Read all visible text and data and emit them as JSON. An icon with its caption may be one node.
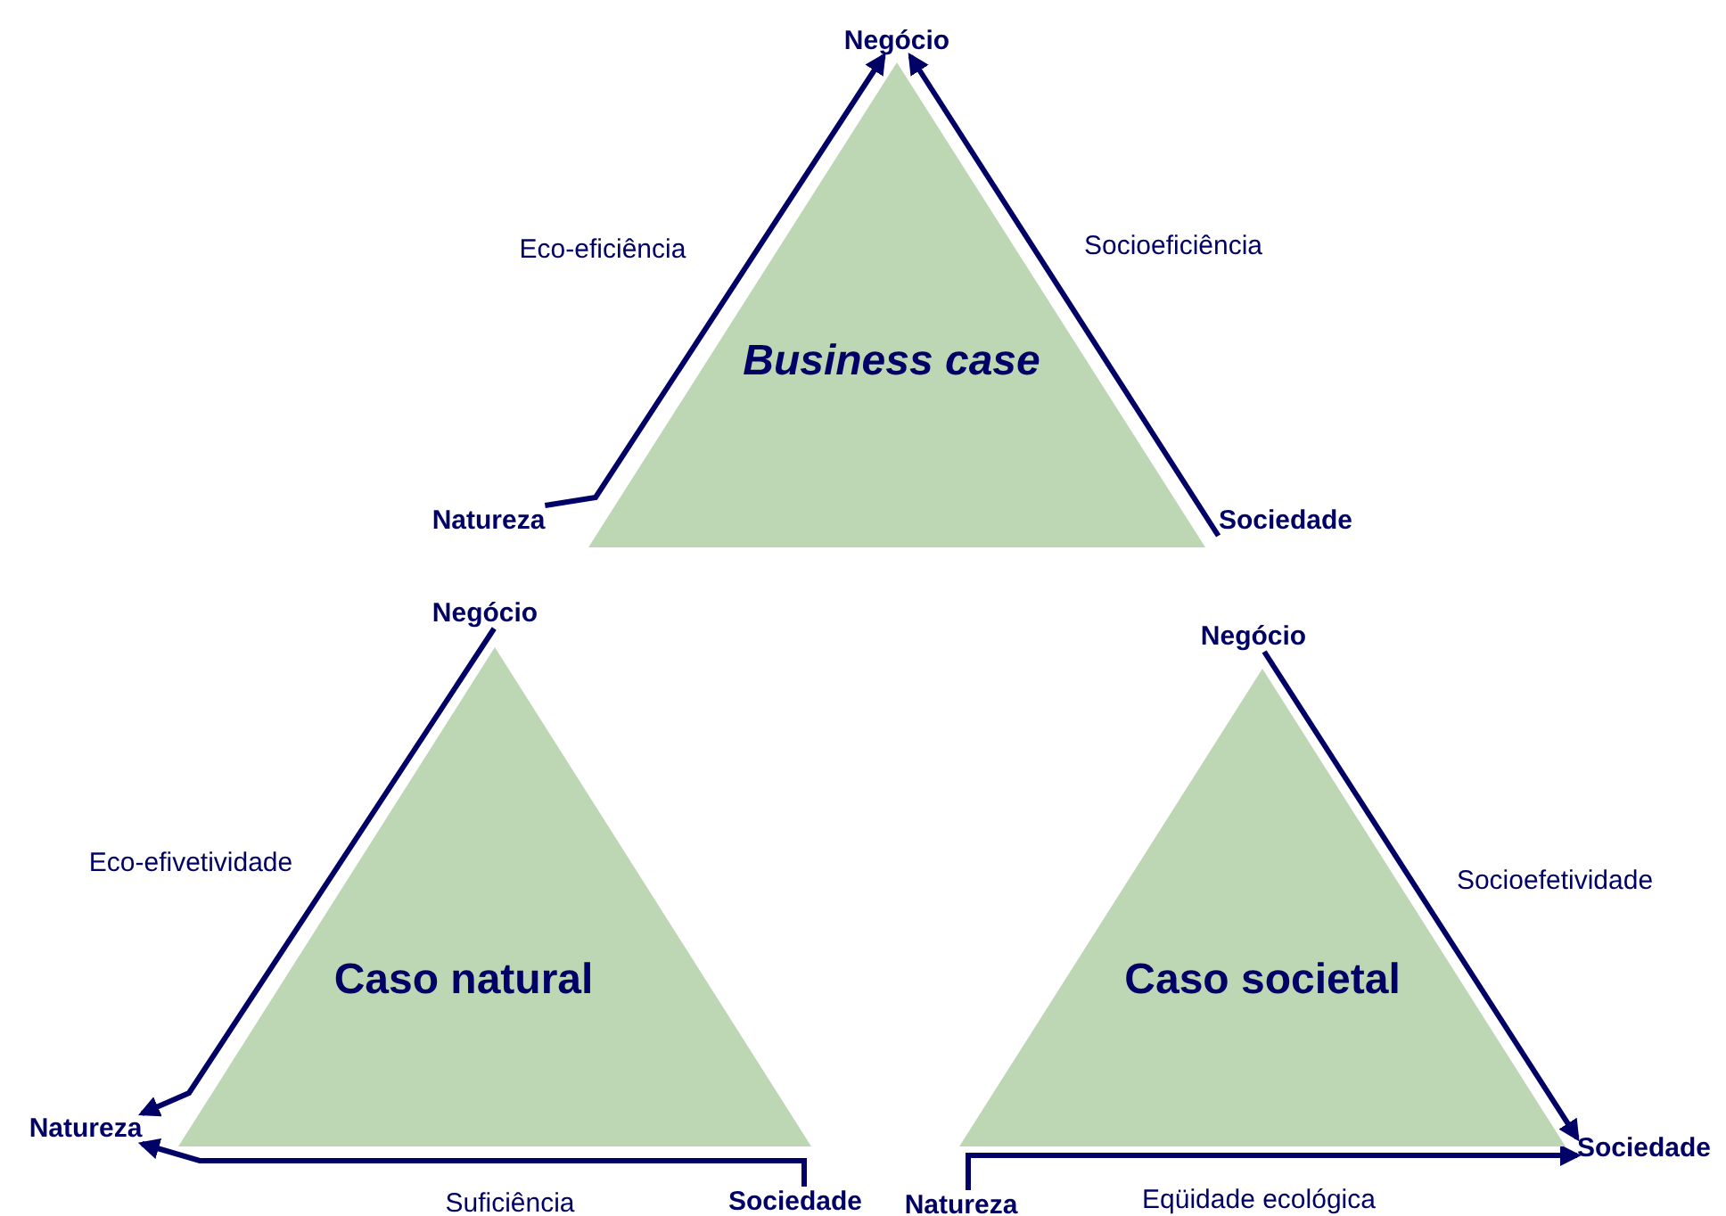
{
  "diagram": {
    "nodes": [
      {
        "text": [
          "Business case"
        ]
      },
      {
        "text": [
          "Negócio"
        ]
      },
      {
        "text": [
          "Natureza"
        ]
      },
      {
        "text": [
          "Sociedade"
        ]
      },
      {
        "text": [
          "Caso natural"
        ]
      },
      {
        "text": [
          "Negócio"
        ]
      },
      {
        "text": [
          "Natureza"
        ]
      },
      {
        "text": [
          "Sociedade"
        ]
      },
      {
        "text": [
          "Caso societal"
        ]
      },
      {
        "text": [
          "Negócio"
        ]
      },
      {
        "text": [
          "Natureza"
        ]
      },
      {
        "text": [
          "Sociedade"
        ]
      }
    ],
    "edges": [
      {
        "from": 2,
        "to": 1,
        "arrow": "to",
        "label": "Eco-eficiência"
      },
      {
        "from": 3,
        "to": 1,
        "arrow": "to",
        "label": "Socioeficiência"
      },
      {
        "from": 5,
        "to": 6,
        "arrow": "to",
        "label": "Eco-efivetividade"
      },
      {
        "from": 7,
        "to": 6,
        "arrow": "to",
        "label": "Suficiência"
      },
      {
        "from": 9,
        "to": 11,
        "arrow": "to",
        "label": "Socioefetividade"
      },
      {
        "from": 10,
        "to": 11,
        "arrow": "to",
        "label": "Eqüidade ecológica"
      }
    ]
  }
}
